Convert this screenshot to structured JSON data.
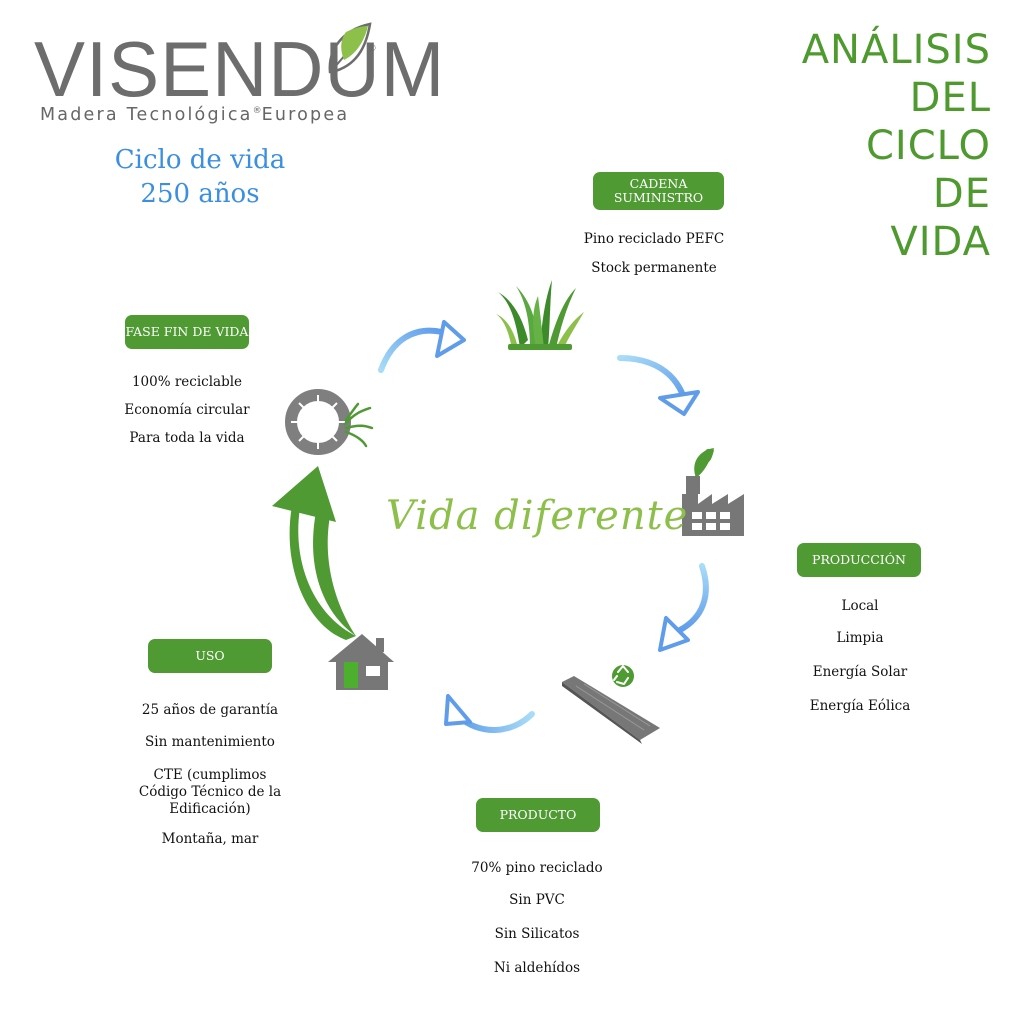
{
  "logo": {
    "name": "VISENDUM",
    "registered": "®",
    "tagline_a": "Madera Tecnológica",
    "tagline_reg": "®",
    "tagline_b": "Europea"
  },
  "subtitle": {
    "line1": "Ciclo de vida",
    "line2": "250 años"
  },
  "title": {
    "line1": "ANÁLISIS",
    "line2": "DEL",
    "line3": "CICLO",
    "line4": "DE",
    "line5": "VIDA"
  },
  "center_text": "Vida diferente",
  "stages": {
    "supply_chain": {
      "label_line1": "CADENA",
      "label_line2": "SUMINISTRO",
      "items": [
        "Pino reciclado PEFC",
        "Stock permanente"
      ]
    },
    "production": {
      "label": "PRODUCCIÓN",
      "items": [
        "Local",
        "Limpia",
        "Energía Solar",
        "Energía Eólica"
      ]
    },
    "product": {
      "label": "PRODUCTO",
      "items": [
        "70% pino reciclado",
        "Sin PVC",
        "Sin Silicatos",
        "Ni aldehídos"
      ]
    },
    "use": {
      "label": "USO",
      "items": [
        "25 años de garantía",
        "Sin mantenimiento",
        "CTE (cumplimos",
        "Código Técnico de la",
        "Edificación)",
        "Montaña, mar"
      ]
    },
    "end_of_life": {
      "label": "FASE FIN DE VIDA",
      "items": [
        "100% reciclable",
        "Economía circular",
        "Para toda la vida"
      ]
    }
  },
  "icons": [
    "grass-icon",
    "factory-icon",
    "recycle-icon",
    "wood-plank-icon",
    "house-icon",
    "ring-icon"
  ],
  "colors": {
    "green": "#4f9a33",
    "light_green": "#8dc04a",
    "blue": "#3b8fe0",
    "arrow_blue": "#6fa8ee",
    "gray": "#7a7a7a"
  }
}
